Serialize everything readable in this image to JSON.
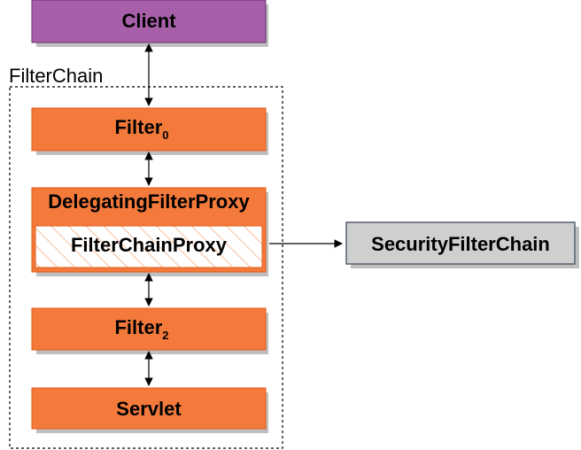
{
  "diagram": {
    "client": {
      "label": "Client",
      "fill": "#a65fa8",
      "stroke": "#6d2f73"
    },
    "filter_chain": {
      "label": "FilterChain"
    },
    "filter0": {
      "label": "Filter",
      "subscript": "0"
    },
    "delegating_filter_proxy": {
      "label": "DelegatingFilterProxy"
    },
    "filter_chain_proxy": {
      "label": "FilterChainProxy"
    },
    "filter2": {
      "label": "Filter",
      "subscript": "2"
    },
    "servlet": {
      "label": "Servlet"
    },
    "security_filter_chain": {
      "label": "SecurityFilterChain",
      "fill": "#cfcfcf",
      "stroke": "#566070"
    },
    "colors": {
      "orange_fill": "#f47a3c",
      "orange_stroke": "#e05a16",
      "hatch": "#f3a77d",
      "shadow": "#bfbfbf"
    }
  }
}
